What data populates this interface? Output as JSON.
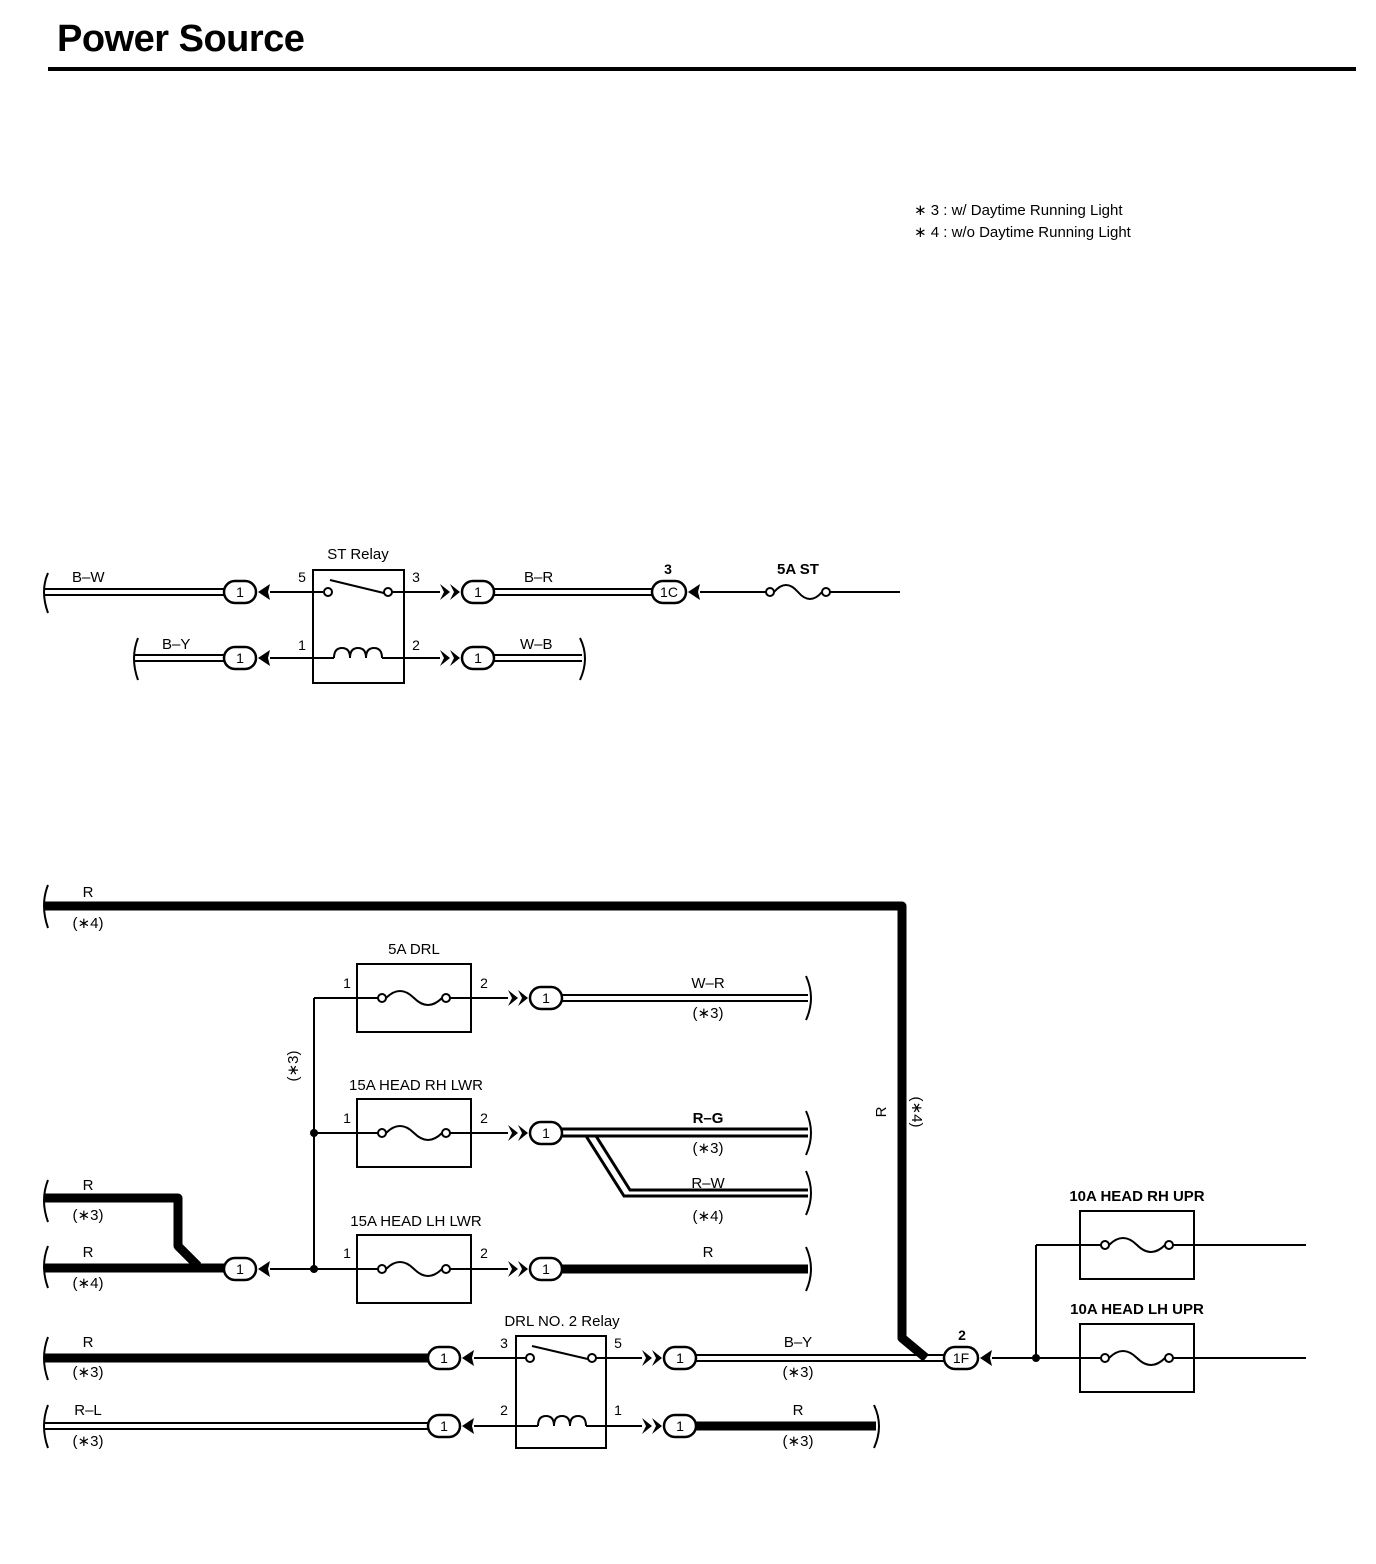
{
  "title": "Power Source",
  "legend": [
    "∗ 3 : w/ Daytime Running Light",
    "∗ 4 : w/o Daytime Running Light"
  ],
  "st_relay": {
    "name": "ST Relay",
    "pins": {
      "p5": "5",
      "p3": "3",
      "p1": "1",
      "p2": "2"
    },
    "wires": {
      "bw": "B–W",
      "by": "B–Y",
      "br": "B–R",
      "wb": "W–B"
    },
    "connector": "1",
    "fuse": "5A ST",
    "junction": {
      "pin": "3",
      "code": "1C"
    }
  },
  "lower": {
    "wire_r": "R",
    "wire_rl": "R–L",
    "wire_wr": "W–R",
    "wire_rg": "R–G",
    "wire_rw": "R–W",
    "wire_by": "B–Y",
    "note3": "(∗3)",
    "note4": "(∗4)",
    "connector": "1",
    "fuses": {
      "drl": "5A DRL",
      "rh_lwr": "15A HEAD RH LWR",
      "lh_lwr": "15A HEAD LH LWR",
      "rh_upr": "10A HEAD RH UPR",
      "lh_upr": "10A HEAD LH UPR"
    },
    "fuse_pins": {
      "in": "1",
      "out": "2"
    },
    "drl_relay": {
      "name": "DRL NO. 2 Relay",
      "pins": {
        "p3": "3",
        "p5": "5",
        "p2": "2",
        "p1": "1"
      }
    },
    "junction": {
      "pin": "2",
      "code": "1F"
    }
  }
}
